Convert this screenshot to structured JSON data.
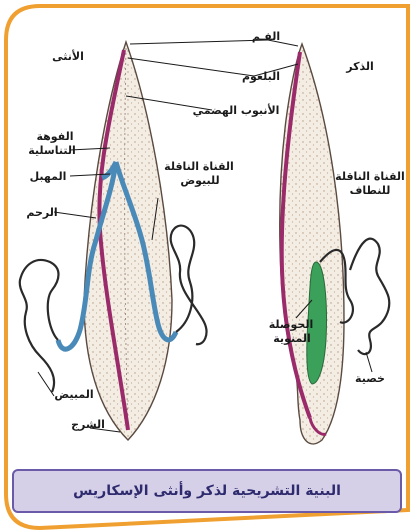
{
  "labels": {
    "female": "الأنثى",
    "male": "الذكر",
    "mouth": "الفـم",
    "pharynx": "البلعوم",
    "digestive_tube": "الأنبوب الهضمي",
    "genital_opening_1": "الفوهة",
    "genital_opening_2": "التناسلية",
    "vagina": "المهبل",
    "oviduct_1": "القناة الناقلة",
    "oviduct_2": "للبيوض",
    "uterus": "الرحم",
    "ovary": "المبيض",
    "anus": "الشرج",
    "vas_deferens_1": "القناة الناقلة",
    "vas_deferens_2": "للنطاف",
    "seminal_vesicle_1": "الحوصلة",
    "seminal_vesicle_2": "المنوية",
    "testis": "خصية"
  },
  "caption": "البنية التشريحية لذكر وأنثى الإسكاريس",
  "colors": {
    "frame": "#f0a030",
    "caption_bg": "#d5d0e8",
    "caption_border": "#6a5aa8",
    "digestive": "#9a2a6a",
    "uterus": "#4a8ab8",
    "seminal_vesicle": "#3aa05a"
  }
}
